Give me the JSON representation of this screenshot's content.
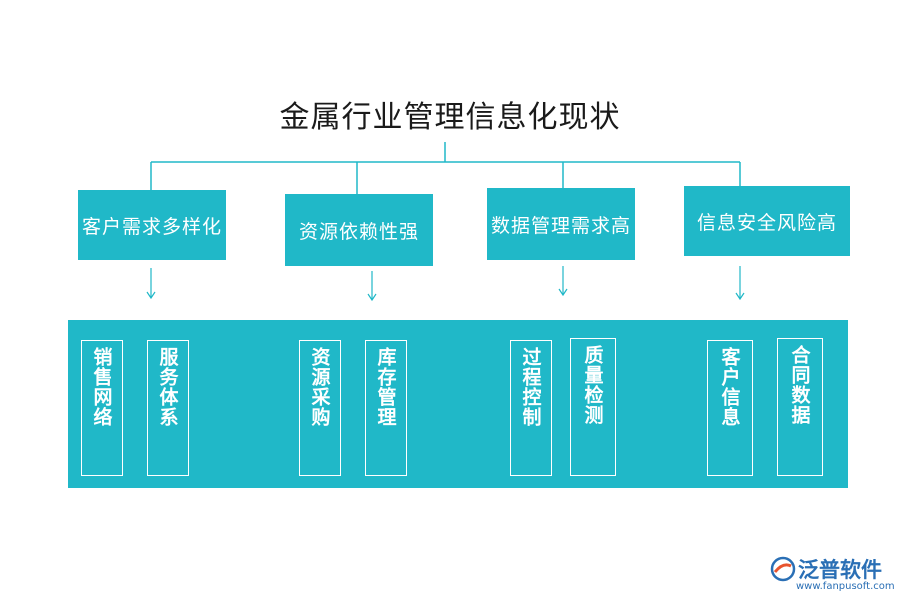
{
  "title": "金属行业管理信息化现状",
  "categories": [
    {
      "label": "客户需求多样化",
      "items": [
        "销售网络",
        "服务体系"
      ]
    },
    {
      "label": "资源依赖性强",
      "items": [
        "资源采购",
        "库存管理"
      ]
    },
    {
      "label": "数据管理需求高",
      "items": [
        "过程控制",
        "质量检测"
      ]
    },
    {
      "label": "信息安全风险高",
      "items": [
        "客户信息",
        "合同数据"
      ]
    }
  ],
  "logo": {
    "name": "泛普软件",
    "url": "www.fanpusoft.com"
  },
  "colors": {
    "accent": "#20b8c8",
    "title": "#1a1a1a",
    "logo": "#2a6fb5"
  }
}
